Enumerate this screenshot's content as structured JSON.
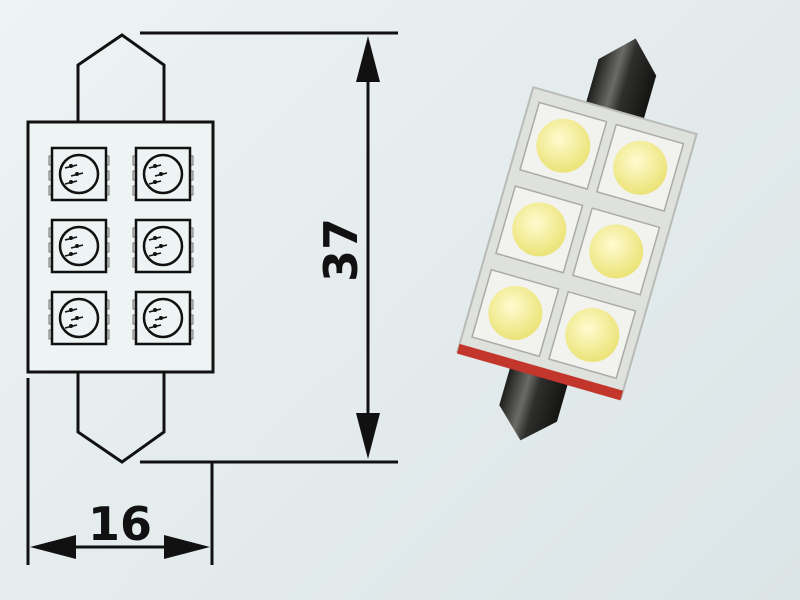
{
  "drawing": {
    "length_dimension": "37",
    "width_dimension": "16",
    "led_count": 6
  },
  "colors": {
    "line": "#111111",
    "led_yellow": "#f4ee8a",
    "board": "#dfe1dc",
    "metal": "#3a3a38"
  }
}
